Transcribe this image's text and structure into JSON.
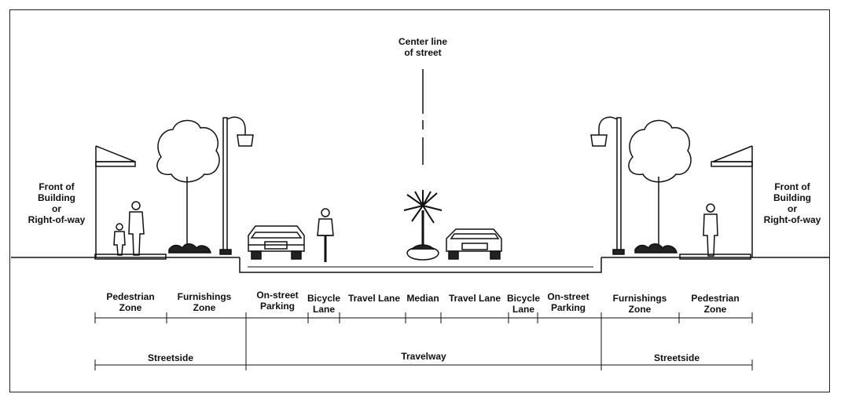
{
  "title_line1": "Center line",
  "title_line2": "of street",
  "left_building": [
    "Front of",
    "Building",
    "or",
    "Right-of-way"
  ],
  "right_building": [
    "Front of",
    "Building",
    "or",
    "Right-of-way"
  ],
  "zones": [
    {
      "line1": "Pedestrian",
      "line2": "Zone"
    },
    {
      "line1": "Furnishings",
      "line2": "Zone"
    },
    {
      "line1": "On-street",
      "line2": "Parking"
    },
    {
      "line1": "Bicycle",
      "line2": "Lane"
    },
    {
      "line1": "Travel Lane",
      "line2": ""
    },
    {
      "line1": "Median",
      "line2": ""
    },
    {
      "line1": "Travel Lane",
      "line2": ""
    },
    {
      "line1": "Bicycle",
      "line2": "Lane"
    },
    {
      "line1": "On-street",
      "line2": "Parking"
    },
    {
      "line1": "Furnishings",
      "line2": "Zone"
    },
    {
      "line1": "Pedestrian",
      "line2": "Zone"
    }
  ],
  "groups": [
    "Streetside",
    "Travelway",
    "Streetside"
  ],
  "colors": {
    "ink": "#111111",
    "background": "#ffffff"
  }
}
